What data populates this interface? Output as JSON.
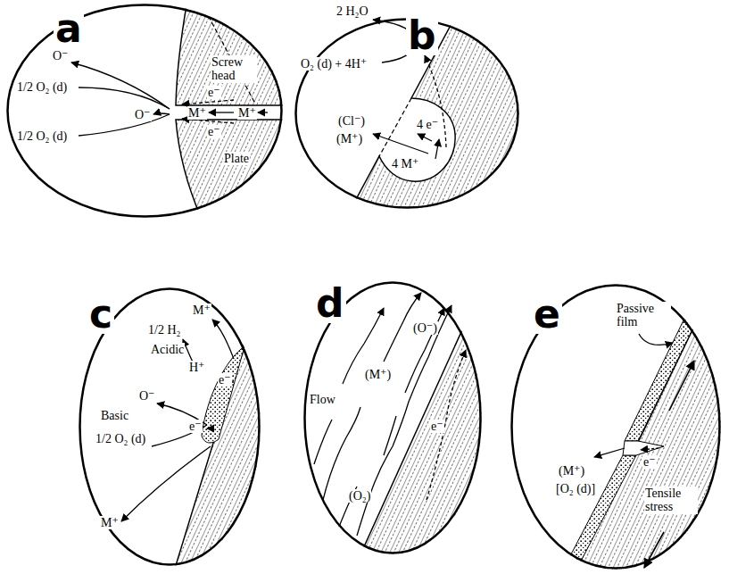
{
  "diagram": {
    "nodes": [
      {
        "text": [
          "a"
        ]
      },
      {
        "text": [
          "b"
        ]
      },
      {
        "text": [
          "c"
        ]
      },
      {
        "text": [
          "d"
        ]
      },
      {
        "text": [
          "e"
        ]
      }
    ],
    "labels": [
      "Screw head",
      "Plate",
      "O⁻",
      "1/2 O₂ (d)",
      "e⁻",
      "O⁻",
      "M⁺",
      "M⁺",
      "e⁻",
      "1/2 O₂ (d)",
      "2 H₂O",
      "O₂ (d) + 4H⁺",
      "(Cl⁻)",
      "(M⁺)",
      "4 e⁻",
      "4 M⁺",
      "M⁺",
      "1/2 H₂",
      "Acidic",
      "H⁺",
      "e⁻",
      "O⁻",
      "Basic",
      "1/2 O₂ (d)",
      "e⁻",
      "M⁺",
      "Flow",
      "(O⁻)",
      "(M⁺)",
      "(O₂)",
      "e⁻",
      "Passive film",
      "(M⁺)",
      "[O₂ (d)]",
      "e⁻",
      "Tensile stress"
    ]
  }
}
